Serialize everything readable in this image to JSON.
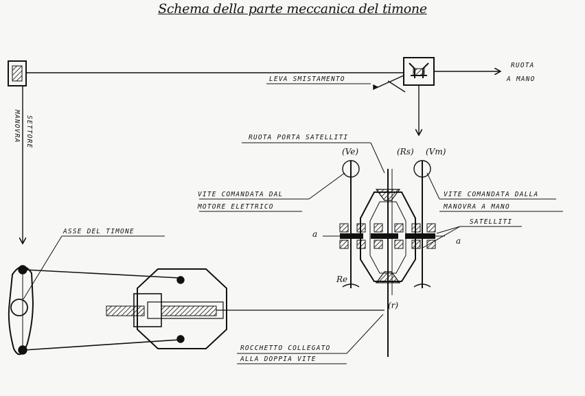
{
  "title": "Schema della parte meccanica del timone",
  "labels": {
    "ruota_a_mano_1": "RUOTA",
    "ruota_a_mano_2": "A MANO",
    "leva_smistamento": "LEVA SMISTAMENTO",
    "manovra_settore_1": "MANOVRA",
    "manovra_settore_2": "SETTORE",
    "ruota_porta_satelliti": "RUOTA PORTA SATELLITI",
    "vite_motore_1": "VITE COMANDATA DAL",
    "vite_motore_2": "MOTORE ELETTRICO",
    "vite_mano_1": "VITE COMANDATA DALLA",
    "vite_mano_2": "MANOVRA A MANO",
    "satelliti": "SATELLITI",
    "asse_timone": "ASSE DEL TIMONE",
    "rocchetto_1": "ROCCHETTO COLLEGATO",
    "rocchetto_2": "ALLA DOPPIA VITE"
  },
  "symbols": {
    "ve": "(Ve)",
    "rs": "(Rs)",
    "vm": "(Vm)",
    "a_left": "a",
    "a_right": "a",
    "re": "Re",
    "r": "(r)"
  }
}
